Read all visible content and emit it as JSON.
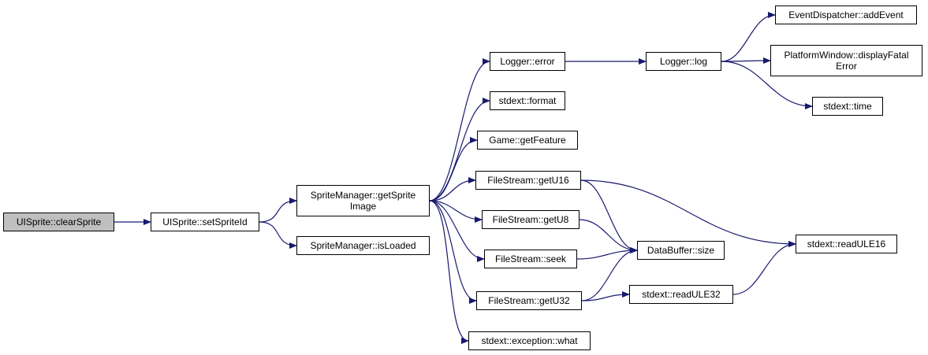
{
  "root": {
    "label": "UISprite::clearSprite"
  },
  "nodes": [
    {
      "id": "setSpriteId",
      "label": "UISprite::setSpriteId"
    },
    {
      "id": "getSpriteImage",
      "label": "SpriteManager::getSprite\nImage"
    },
    {
      "id": "isLoaded",
      "label": "SpriteManager::isLoaded"
    },
    {
      "id": "loggerError",
      "label": "Logger::error"
    },
    {
      "id": "stdextFormat",
      "label": "stdext::format"
    },
    {
      "id": "getFeature",
      "label": "Game::getFeature"
    },
    {
      "id": "getU16",
      "label": "FileStream::getU16"
    },
    {
      "id": "getU8",
      "label": "FileStream::getU8"
    },
    {
      "id": "seek",
      "label": "FileStream::seek"
    },
    {
      "id": "getU32",
      "label": "FileStream::getU32"
    },
    {
      "id": "exceptionWhat",
      "label": "stdext::exception::what"
    },
    {
      "id": "loggerLog",
      "label": "Logger::log"
    },
    {
      "id": "dataBufferSize",
      "label": "DataBuffer::size"
    },
    {
      "id": "readULE32",
      "label": "stdext::readULE32"
    },
    {
      "id": "addEvent",
      "label": "EventDispatcher::addEvent"
    },
    {
      "id": "displayFatalError",
      "label": "PlatformWindow::displayFatal\nError"
    },
    {
      "id": "stdextTime",
      "label": "stdext::time"
    },
    {
      "id": "readULE16",
      "label": "stdext::readULE16"
    }
  ],
  "edges": [
    [
      "root",
      "setSpriteId"
    ],
    [
      "setSpriteId",
      "getSpriteImage"
    ],
    [
      "setSpriteId",
      "isLoaded"
    ],
    [
      "getSpriteImage",
      "loggerError"
    ],
    [
      "getSpriteImage",
      "stdextFormat"
    ],
    [
      "getSpriteImage",
      "getFeature"
    ],
    [
      "getSpriteImage",
      "getU16"
    ],
    [
      "getSpriteImage",
      "getU8"
    ],
    [
      "getSpriteImage",
      "seek"
    ],
    [
      "getSpriteImage",
      "getU32"
    ],
    [
      "getSpriteImage",
      "exceptionWhat"
    ],
    [
      "loggerError",
      "loggerLog"
    ],
    [
      "loggerLog",
      "addEvent"
    ],
    [
      "loggerLog",
      "displayFatalError"
    ],
    [
      "loggerLog",
      "stdextTime"
    ],
    [
      "getU16",
      "dataBufferSize"
    ],
    [
      "getU16",
      "readULE16"
    ],
    [
      "getU8",
      "dataBufferSize"
    ],
    [
      "seek",
      "dataBufferSize"
    ],
    [
      "getU32",
      "dataBufferSize"
    ],
    [
      "getU32",
      "readULE32"
    ],
    [
      "readULE32",
      "readULE16"
    ]
  ],
  "colors": {
    "edge": "#191970",
    "root_fill": "#bfbfbf",
    "node_fill": "#ffffff",
    "border": "#000000"
  }
}
